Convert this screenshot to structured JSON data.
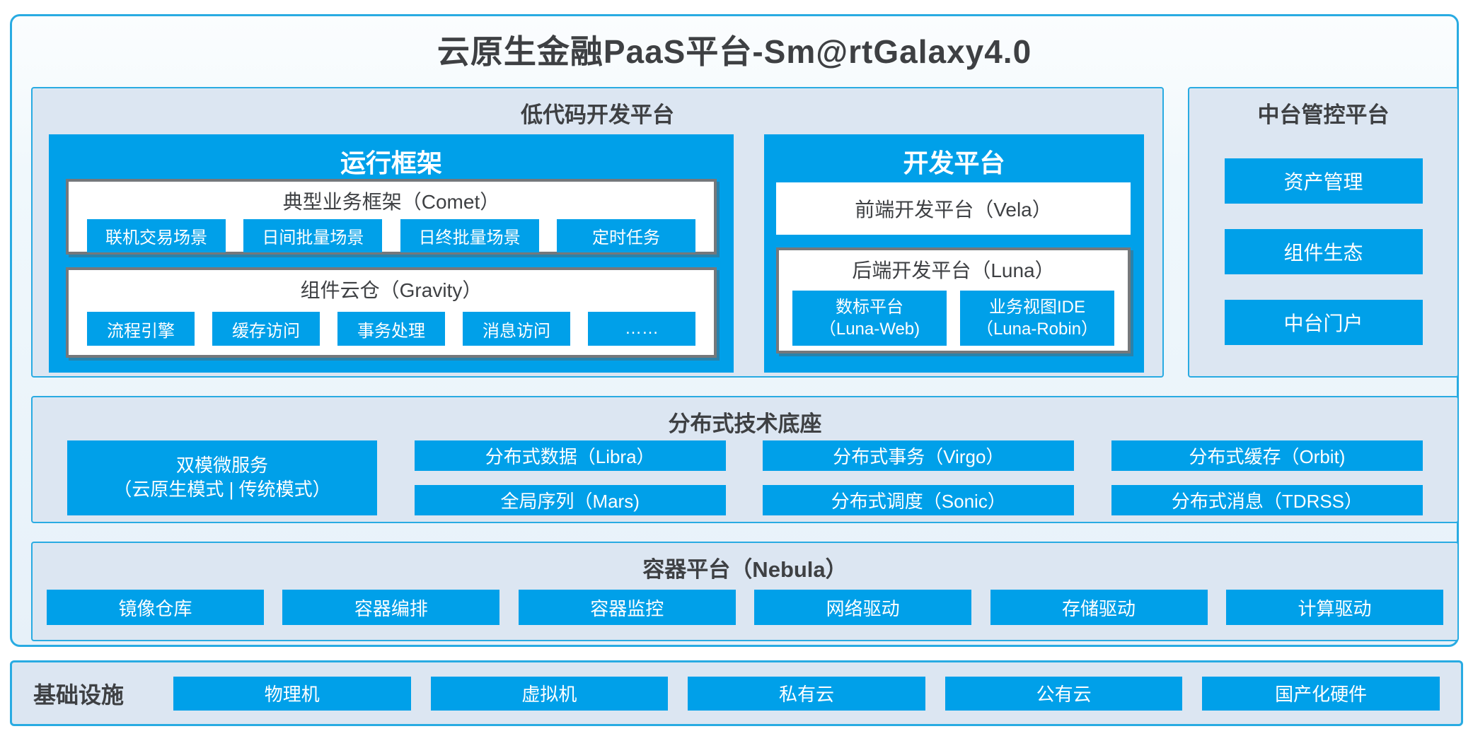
{
  "page": {
    "title": "云原生金融PaaS平台-Sm@rtGalaxy4.0"
  },
  "colors": {
    "accent_blue": "#00A0E9",
    "border_blue": "#29ABE2",
    "panel_bg": "#DCE6F2",
    "dark_text": "#3E4043",
    "box_border_gray": "#75787B"
  },
  "lowcode": {
    "title": "低代码开发平台",
    "runtime": {
      "title": "运行框架",
      "comet": {
        "title": "典型业务框架（Comet）",
        "items": [
          "联机交易场景",
          "日间批量场景",
          "日终批量场景",
          "定时任务"
        ]
      },
      "gravity": {
        "title": "组件云仓（Gravity）",
        "items": [
          "流程引擎",
          "缓存访问",
          "事务处理",
          "消息访问",
          "……"
        ]
      }
    },
    "devplat": {
      "title": "开发平台",
      "vela": {
        "title": "前端开发平台（Vela）"
      },
      "luna": {
        "title": "后端开发平台（Luna）",
        "items": [
          {
            "line1": "数标平台",
            "line2": "（Luna-Web)"
          },
          {
            "line1": "业务视图IDE",
            "line2": "（Luna-Robin）"
          }
        ]
      }
    }
  },
  "midplatform": {
    "title": "中台管控平台",
    "items": [
      "资产管理",
      "组件生态",
      "中台门户"
    ]
  },
  "distributed": {
    "title": "分布式技术底座",
    "dual_mode": {
      "line1": "双模微服务",
      "line2": "（云原生模式 | 传统模式）"
    },
    "columns": [
      [
        "分布式数据（Libra）",
        "全局序列（Mars)"
      ],
      [
        "分布式事务（Virgo）",
        "分布式调度（Sonic）"
      ],
      [
        "分布式缓存（Orbit)",
        "分布式消息（TDRSS）"
      ]
    ]
  },
  "container_platform": {
    "title": "容器平台（Nebula）",
    "items": [
      "镜像仓库",
      "容器编排",
      "容器监控",
      "网络驱动",
      "存储驱动",
      "计算驱动"
    ]
  },
  "infrastructure": {
    "title": "基础设施",
    "items": [
      "物理机",
      "虚拟机",
      "私有云",
      "公有云",
      "国产化硬件"
    ]
  }
}
